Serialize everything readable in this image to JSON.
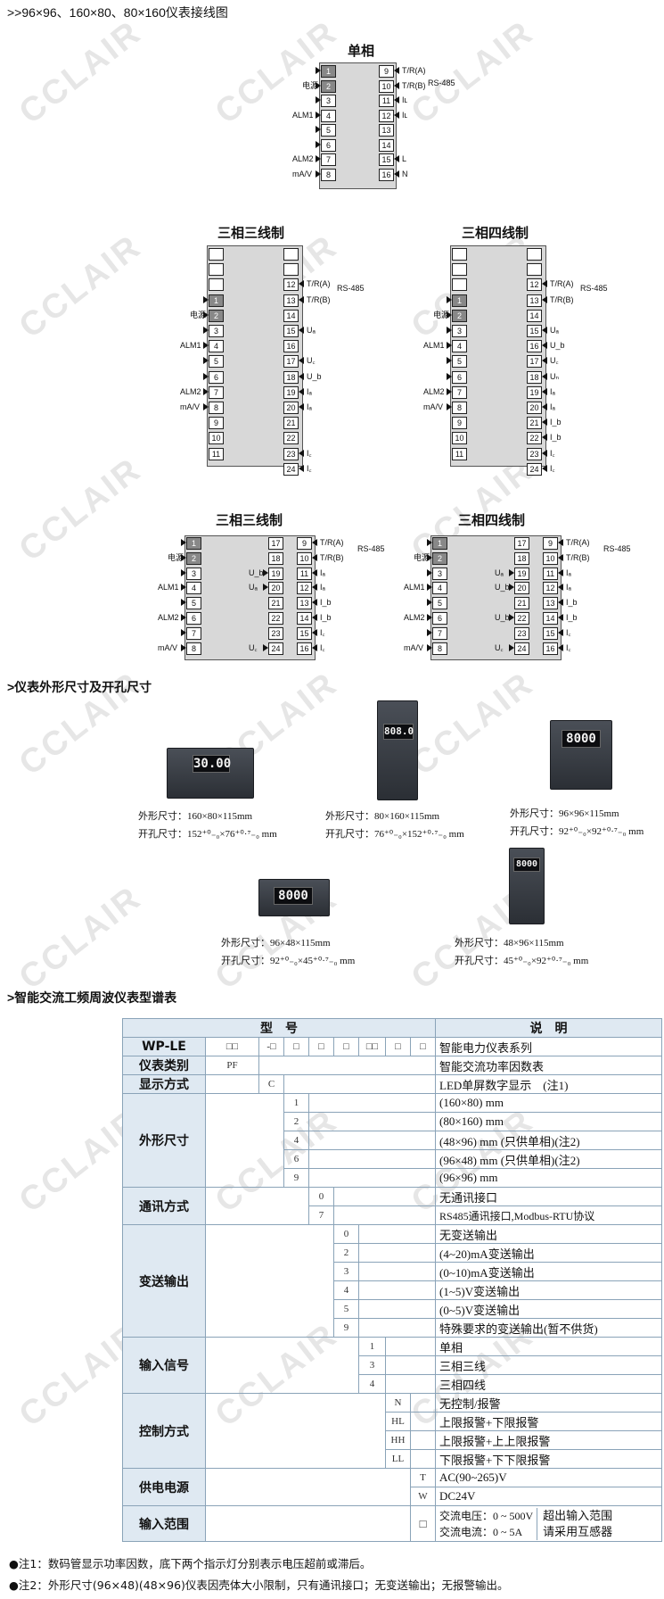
{
  "section1_title": ">>96×96、160×80、80×160仪表接线图",
  "section2_title": ">仪表外形尺寸及开孔尺寸",
  "section3_title": ">智能交流工频周波仪表型谱表",
  "watermark": "CCLAIR",
  "diagrams": {
    "single": {
      "title": "单相"
    },
    "three3_a": {
      "title": "三相三线制"
    },
    "three4_a": {
      "title": "三相四线制"
    },
    "three3_b": {
      "title": "三相三线制"
    },
    "three4_b": {
      "title": "三相四线制"
    },
    "labels": {
      "power": "电源",
      "alm1": "ALM1",
      "alm2": "ALM2",
      "ma_v": "mA/V",
      "tra": "T/R(A)",
      "trb": "T/R(B)",
      "rs485": "RS-485",
      "l": "L",
      "n": "N",
      "ia": "Iₐ",
      "ib": "I_b",
      "ic": "I꜀",
      "ua": "Uₐ",
      "ub": "U_b",
      "uc": "U꜀",
      "un": "Uₙ",
      "il": "Iʟ"
    }
  },
  "devices": [
    {
      "display": "30.00",
      "dim": "外形尺寸：160×80×115mm",
      "cut": "开孔尺寸：152⁺⁰₋₀×76⁺⁰·⁷₋₀ mm"
    },
    {
      "display": "808.0",
      "dim": "外形尺寸：80×160×115mm",
      "cut": "开孔尺寸：76⁺⁰₋₀×152⁺⁰·⁷₋₀ mm"
    },
    {
      "display": "8000",
      "dim": "外形尺寸：96×96×115mm",
      "cut": "开孔尺寸：92⁺⁰₋₀×92⁺⁰·⁷₋₀ mm"
    },
    {
      "display": "8000",
      "dim": "外形尺寸：96×48×115mm",
      "cut": "开孔尺寸：92⁺⁰₋₀×45⁺⁰·⁷₋₀ mm"
    },
    {
      "display": "8000",
      "dim": "外形尺寸：48×96×115mm",
      "cut": "开孔尺寸：45⁺⁰₋₀×92⁺⁰·⁷₋₀ mm"
    }
  ],
  "table": {
    "header_model": "型　号",
    "header_desc": "说　明",
    "wp_label": "WP-LE",
    "wp_codes": [
      "□□",
      "-□",
      "□",
      "□",
      "□",
      "□□",
      "□",
      "□"
    ],
    "wp_desc": "智能电力仪表系列",
    "rows": [
      {
        "cat": "仪表类别",
        "code": "PF",
        "desc": "智能交流功率因数表"
      },
      {
        "cat": "显示方式",
        "code": "C",
        "desc": "LED单屏数字显示　(注1)"
      }
    ],
    "size": {
      "cat": "外形尺寸",
      "items": [
        {
          "code": "1",
          "desc": "(160×80) mm"
        },
        {
          "code": "2",
          "desc": "(80×160) mm"
        },
        {
          "code": "4",
          "desc": "(48×96) mm (只供单相)(注2)"
        },
        {
          "code": "6",
          "desc": "(96×48) mm (只供单相)(注2)"
        },
        {
          "code": "9",
          "desc": "(96×96) mm"
        }
      ]
    },
    "comm": {
      "cat": "通讯方式",
      "items": [
        {
          "code": "0",
          "desc": "无通讯接口"
        },
        {
          "code": "7",
          "desc": "RS485通讯接口,Modbus-RTU协议"
        }
      ]
    },
    "trans": {
      "cat": "变送输出",
      "items": [
        {
          "code": "0",
          "desc": "无变送输出"
        },
        {
          "code": "2",
          "desc": "(4~20)mA变送输出"
        },
        {
          "code": "3",
          "desc": "(0~10)mA变送输出"
        },
        {
          "code": "4",
          "desc": "(1~5)V变送输出"
        },
        {
          "code": "5",
          "desc": "(0~5)V变送输出"
        },
        {
          "code": "9",
          "desc": "特殊要求的变送输出(暂不供货)"
        }
      ]
    },
    "input": {
      "cat": "输入信号",
      "items": [
        {
          "code": "1",
          "desc": "单相"
        },
        {
          "code": "3",
          "desc": "三相三线"
        },
        {
          "code": "4",
          "desc": "三相四线"
        }
      ]
    },
    "ctrl": {
      "cat": "控制方式",
      "items": [
        {
          "code": "N",
          "desc": "无控制/报警"
        },
        {
          "code": "HL",
          "desc": "上限报警+下限报警"
        },
        {
          "code": "HH",
          "desc": "上限报警+上上限报警"
        },
        {
          "code": "LL",
          "desc": "下限报警+下下限报警"
        }
      ]
    },
    "power": {
      "cat": "供电电源",
      "items": [
        {
          "code": "T",
          "desc": "AC(90~265)V"
        },
        {
          "code": "W",
          "desc": "DC24V"
        }
      ]
    },
    "range": {
      "cat": "输入范围",
      "code": "□",
      "v": "交流电压：0 ~ 500V",
      "i": "交流电流：0 ~ 5A",
      "note": "超出输入范围请采用互感器"
    }
  },
  "notes": [
    "●注1：数码管显示功率因数，底下两个指示灯分别表示电压超前或滞后。",
    "●注2：外形尺寸(96×48)(48×96)仪表因壳体大小限制，只有通讯接口；无变送输出；无报警输出。"
  ]
}
